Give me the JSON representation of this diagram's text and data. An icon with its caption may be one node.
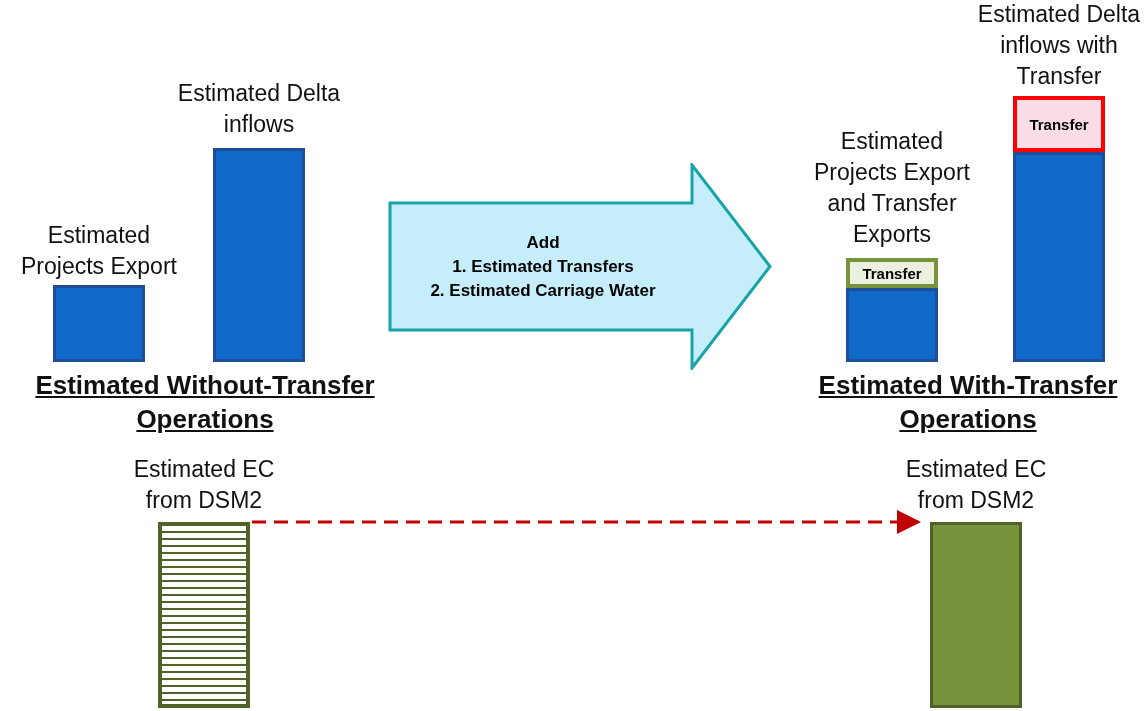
{
  "diagram": {
    "nodes": [
      {
        "text": [
          "Estimated Projects Export"
        ]
      },
      {
        "text": [
          "Estimated Delta inflows"
        ]
      },
      {
        "text": [
          "Add",
          "1. Estimated Transfers",
          "2. Estimated Carriage Water"
        ]
      },
      {
        "text": [
          "Estimated Projects Export and Transfer Exports"
        ]
      },
      {
        "text": [
          "Transfer"
        ]
      },
      {
        "text": [
          "Estimated Delta inflows with Transfer"
        ]
      },
      {
        "text": [
          "Transfer"
        ]
      },
      {
        "text": [
          "Estimated EC from DSM2"
        ]
      },
      {
        "text": [
          "Estimated EC from DSM2"
        ]
      }
    ],
    "edges": [
      {
        "from": 7,
        "to": 8,
        "arrow": "to",
        "style": "dashed",
        "color": "#c00000"
      }
    ],
    "labels": [
      "Estimated Without-Transfer Operations",
      "Estimated With-Transfer Operations"
    ]
  }
}
